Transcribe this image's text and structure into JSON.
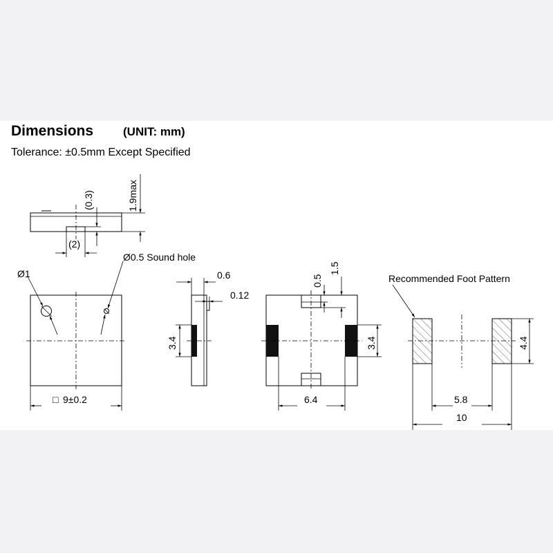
{
  "header": {
    "title": "Dimensions",
    "unit": "(UNIT: mm)",
    "tolerance": "Tolerance: ±0.5mm Except Specified"
  },
  "labels": {
    "height_03": "(0.3)",
    "height_max": "1.9max",
    "width_2": "(2)",
    "dia_1": "Ø1",
    "dia_sound": "Ø0.5 Sound hole",
    "square_prefix": "□",
    "square_size": "9±0.2",
    "side_06": "0.6",
    "side_012": "0.12",
    "side_34": "3.4",
    "bottom_05": "0.5",
    "bottom_15": "1.5",
    "bottom_34": "3.4",
    "bottom_64": "6.4",
    "foot_title": "Recommended Foot Pattern",
    "foot_44": "4.4",
    "foot_58": "5.8",
    "foot_10": "10"
  }
}
